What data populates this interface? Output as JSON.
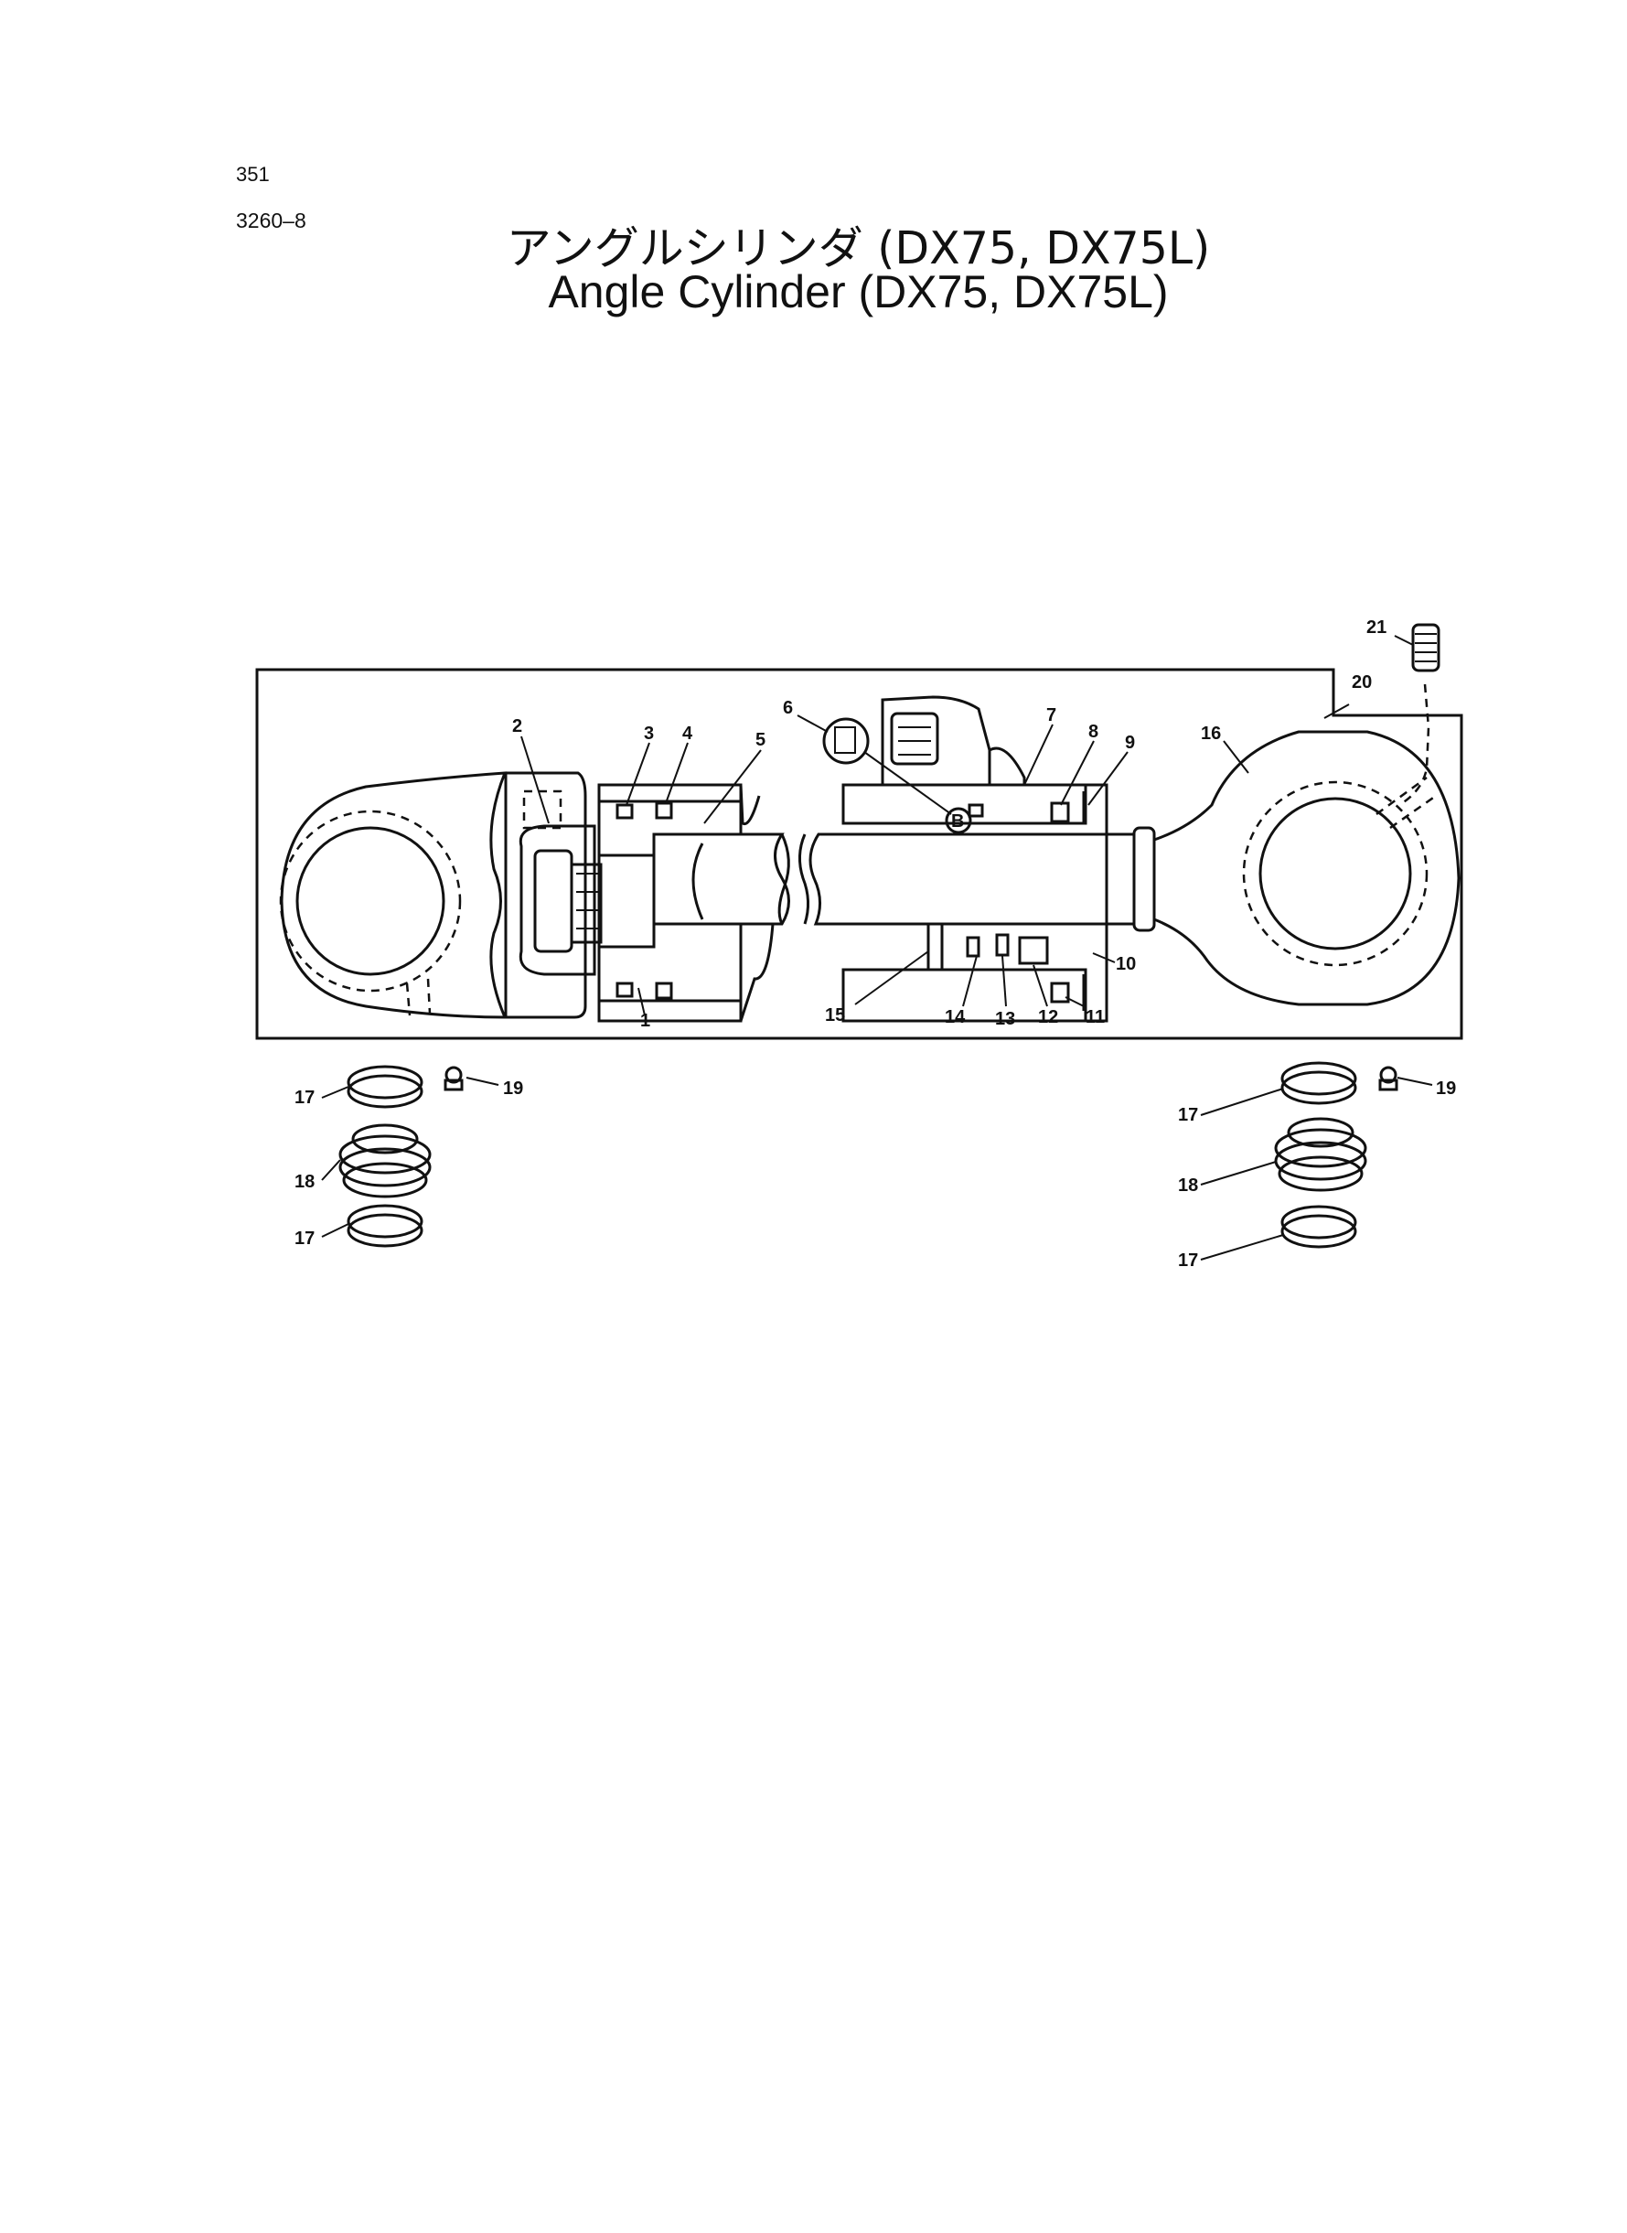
{
  "page_number": "351",
  "figure_code": "3260–8",
  "title_jp": "アングルシリンダ (DX75, DX75L)",
  "title_en": "Angle Cylinder (DX75, DX75L)",
  "detail_marker": "B",
  "part_labels": [
    "1",
    "2",
    "3",
    "4",
    "5",
    "6",
    "7",
    "8",
    "9",
    "10",
    "11",
    "12",
    "13",
    "14",
    "15",
    "16",
    "17",
    "18",
    "19",
    "20",
    "21"
  ]
}
